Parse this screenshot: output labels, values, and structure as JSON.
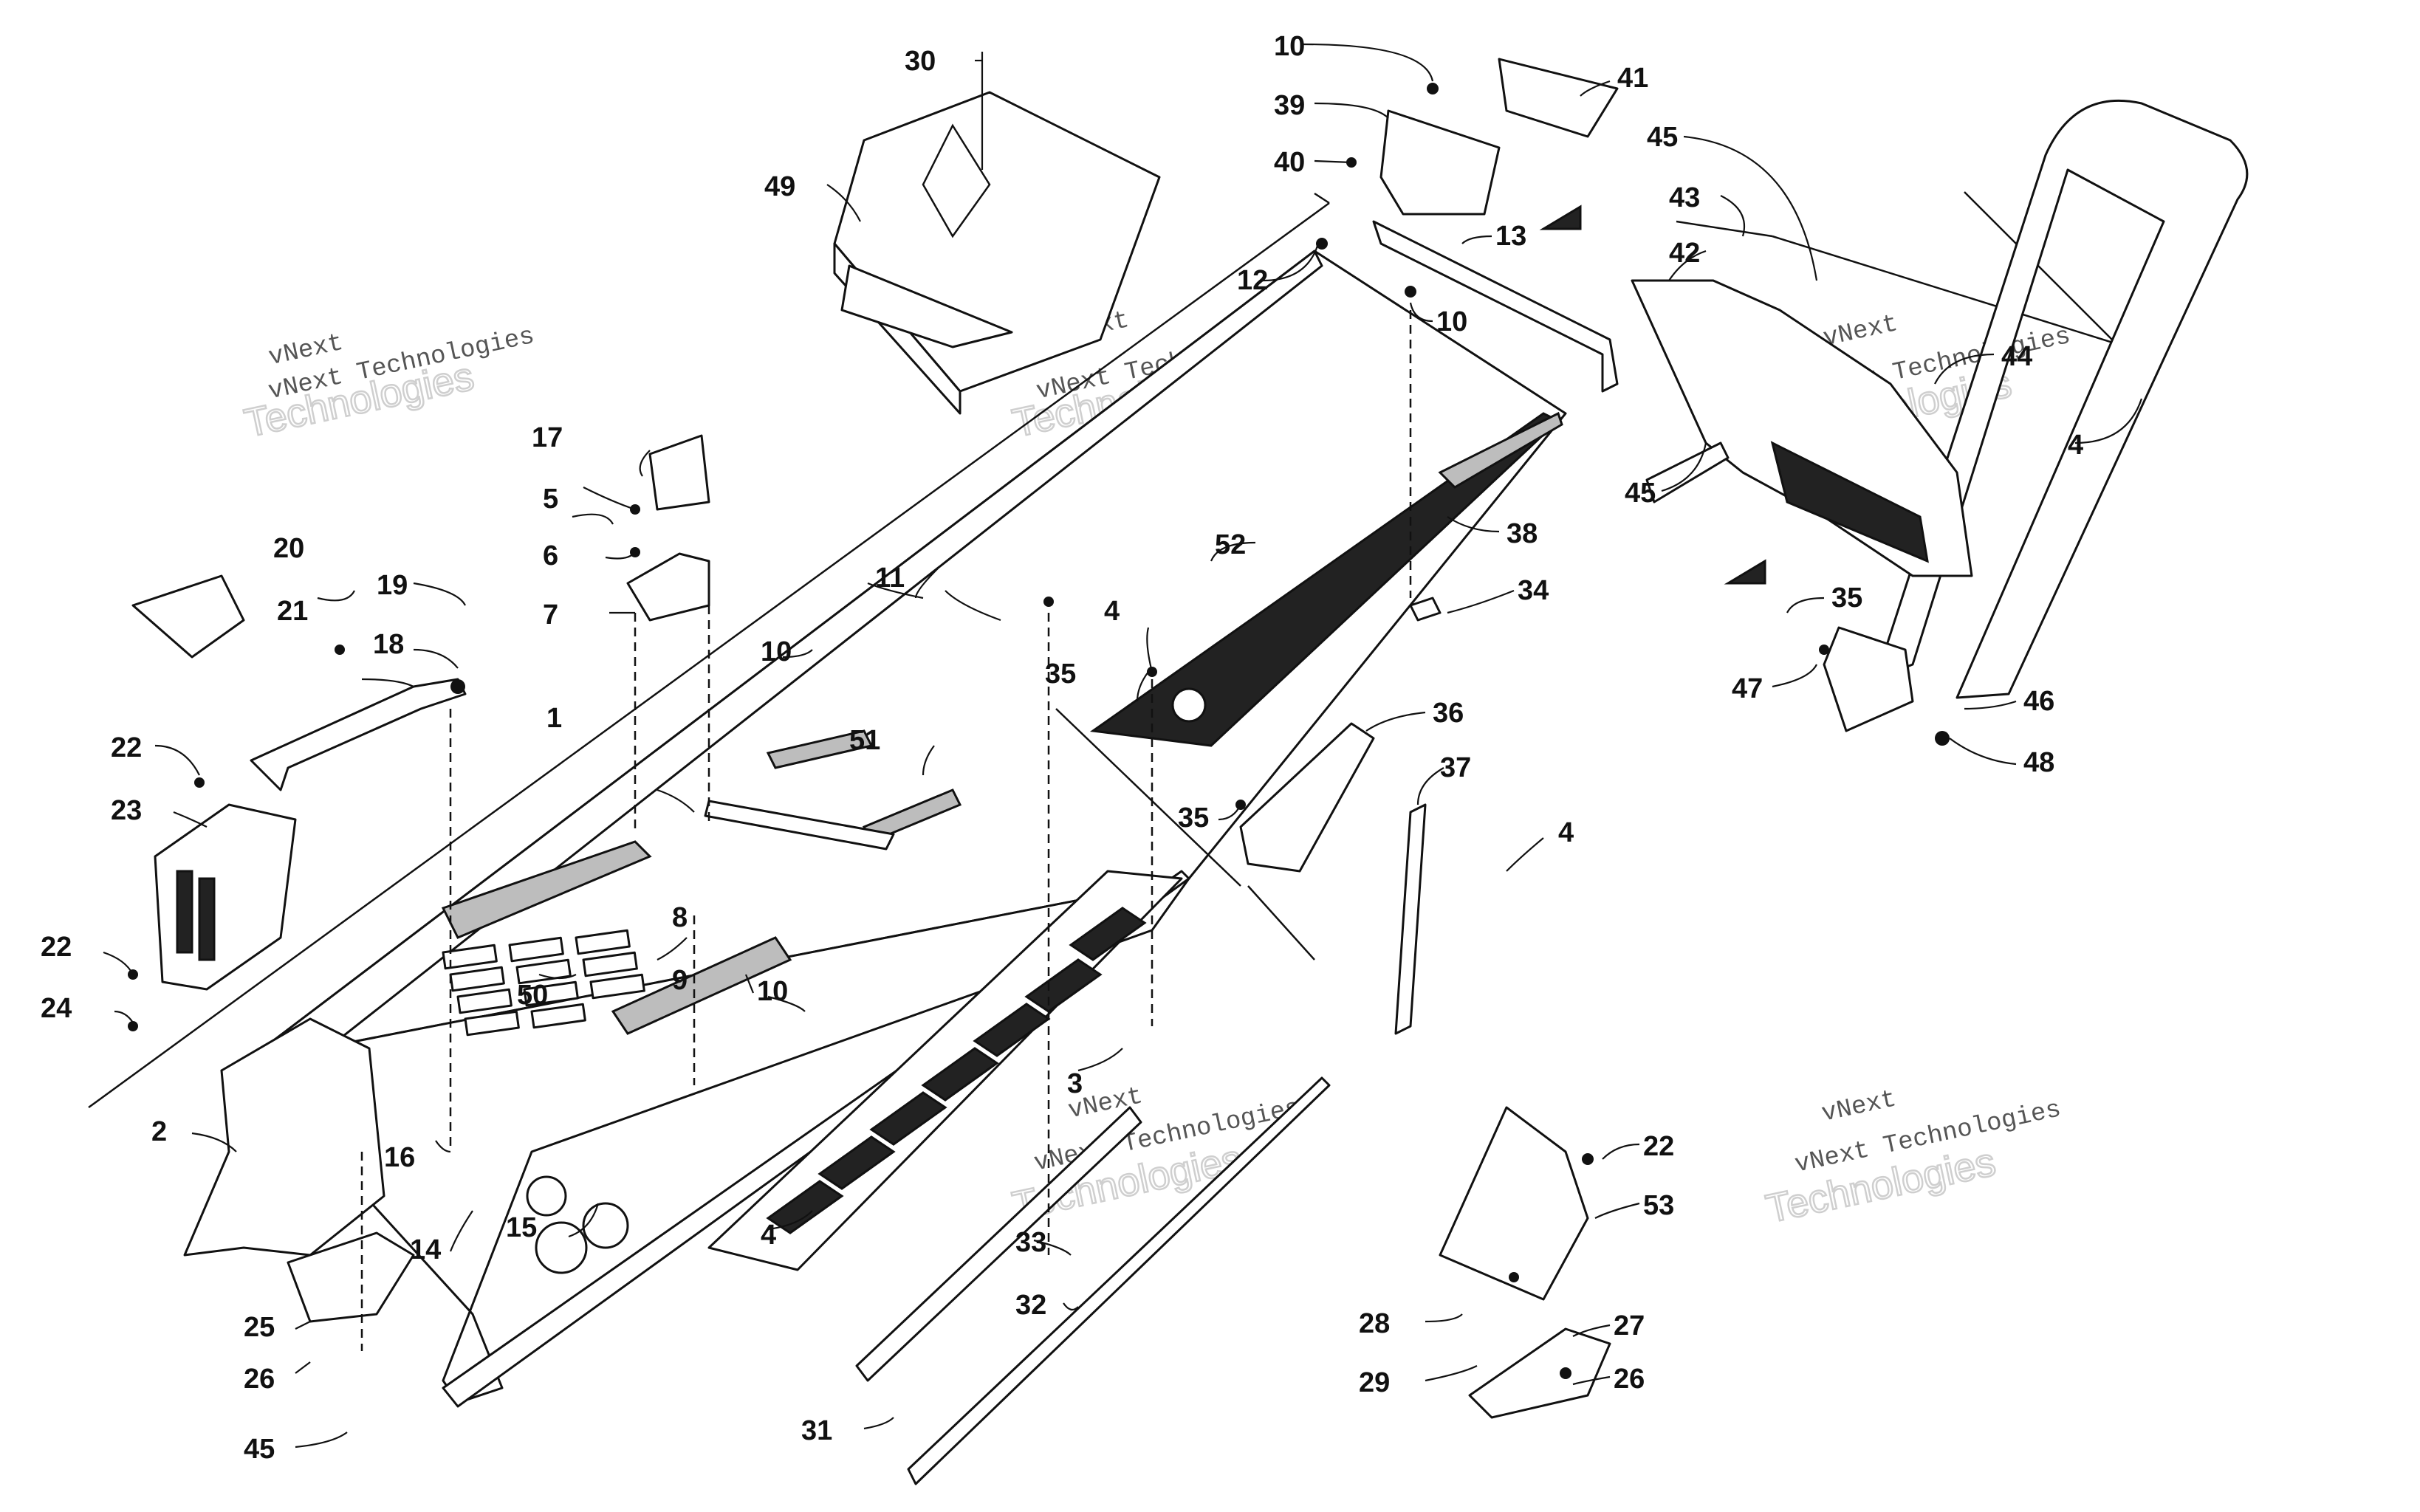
{
  "watermark": {
    "brand_top": "vNext",
    "brand_full": "vNext Technologies",
    "brand_big": "Technologies"
  },
  "callouts": [
    {
      "id": "c1",
      "label": "1"
    },
    {
      "id": "c2",
      "label": "2"
    },
    {
      "id": "c3",
      "label": "3"
    },
    {
      "id": "c4a",
      "label": "4"
    },
    {
      "id": "c4b",
      "label": "4"
    },
    {
      "id": "c4c",
      "label": "4"
    },
    {
      "id": "c4d",
      "label": "4"
    },
    {
      "id": "c5",
      "label": "5"
    },
    {
      "id": "c6",
      "label": "6"
    },
    {
      "id": "c7",
      "label": "7"
    },
    {
      "id": "c8",
      "label": "8"
    },
    {
      "id": "c9",
      "label": "9"
    },
    {
      "id": "c10a",
      "label": "10"
    },
    {
      "id": "c10b",
      "label": "10"
    },
    {
      "id": "c10c",
      "label": "10"
    },
    {
      "id": "c10d",
      "label": "10"
    },
    {
      "id": "c11",
      "label": "11"
    },
    {
      "id": "c12",
      "label": "12"
    },
    {
      "id": "c13",
      "label": "13"
    },
    {
      "id": "c14",
      "label": "14"
    },
    {
      "id": "c15",
      "label": "15"
    },
    {
      "id": "c16",
      "label": "16"
    },
    {
      "id": "c17",
      "label": "17"
    },
    {
      "id": "c18",
      "label": "18"
    },
    {
      "id": "c19",
      "label": "19"
    },
    {
      "id": "c20",
      "label": "20"
    },
    {
      "id": "c21",
      "label": "21"
    },
    {
      "id": "c22a",
      "label": "22"
    },
    {
      "id": "c22b",
      "label": "22"
    },
    {
      "id": "c22c",
      "label": "22"
    },
    {
      "id": "c23",
      "label": "23"
    },
    {
      "id": "c24",
      "label": "24"
    },
    {
      "id": "c25",
      "label": "25"
    },
    {
      "id": "c26a",
      "label": "26"
    },
    {
      "id": "c26b",
      "label": "26"
    },
    {
      "id": "c27",
      "label": "27"
    },
    {
      "id": "c28",
      "label": "28"
    },
    {
      "id": "c29",
      "label": "29"
    },
    {
      "id": "c30",
      "label": "30"
    },
    {
      "id": "c31",
      "label": "31"
    },
    {
      "id": "c32",
      "label": "32"
    },
    {
      "id": "c33",
      "label": "33"
    },
    {
      "id": "c34",
      "label": "34"
    },
    {
      "id": "c35a",
      "label": "35"
    },
    {
      "id": "c35b",
      "label": "35"
    },
    {
      "id": "c35c",
      "label": "35"
    },
    {
      "id": "c36",
      "label": "36"
    },
    {
      "id": "c37",
      "label": "37"
    },
    {
      "id": "c38",
      "label": "38"
    },
    {
      "id": "c39",
      "label": "39"
    },
    {
      "id": "c40",
      "label": "40"
    },
    {
      "id": "c41",
      "label": "41"
    },
    {
      "id": "c42",
      "label": "42"
    },
    {
      "id": "c43",
      "label": "43"
    },
    {
      "id": "c44",
      "label": "44"
    },
    {
      "id": "c45a",
      "label": "45"
    },
    {
      "id": "c45b",
      "label": "45"
    },
    {
      "id": "c45c",
      "label": "45"
    },
    {
      "id": "c46",
      "label": "46"
    },
    {
      "id": "c47",
      "label": "47"
    },
    {
      "id": "c48",
      "label": "48"
    },
    {
      "id": "c49",
      "label": "49"
    },
    {
      "id": "c50",
      "label": "50"
    },
    {
      "id": "c51",
      "label": "51"
    },
    {
      "id": "c52",
      "label": "52"
    },
    {
      "id": "c53",
      "label": "53"
    }
  ]
}
